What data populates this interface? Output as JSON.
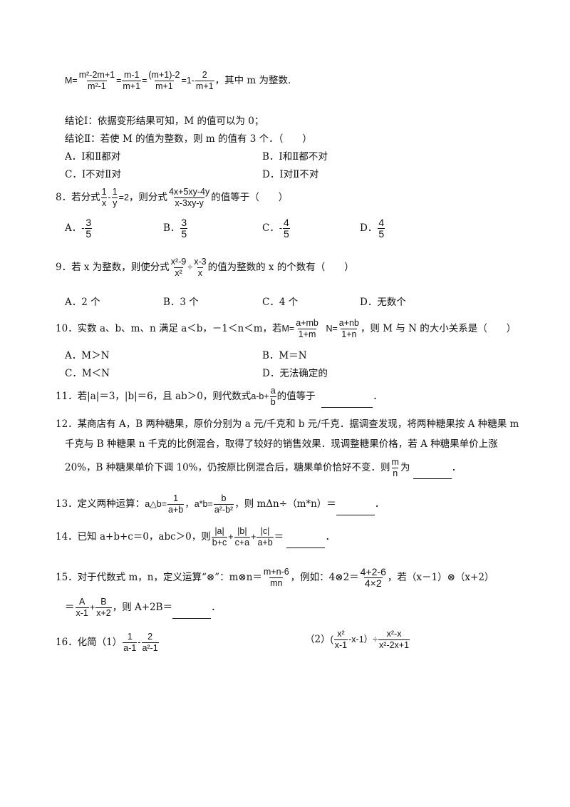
{
  "q7": {
    "frac1": {
      "num": "m²-2m+1",
      "den": "m²-1"
    },
    "frac2": {
      "num": "m-1",
      "den": "m+1"
    },
    "frac3": {
      "num": "(m+1)-2",
      "den": "m+1"
    },
    "frac4": {
      "num": "2",
      "den": "m+1"
    },
    "lead": "M=",
    "mid_eq": "=1-",
    "tail": "，其中 m 为整数.",
    "conclusion1": "结论Ⅰ：依据变形结果可知，M 的值可以为 0；",
    "conclusion2": "结论Ⅱ：若使 M 的值为整数，则 m 的值有 3 个．（　　）",
    "options": [
      "A．Ⅰ和Ⅱ都对",
      "B．Ⅰ和Ⅱ都不对",
      "C．Ⅰ不对Ⅱ对",
      "D．Ⅰ对Ⅱ不对"
    ]
  },
  "q8": {
    "prefix": "8．若分式",
    "cond": {
      "f1": {
        "num": "1",
        "den": "x"
      },
      "f2": {
        "num": "1",
        "den": "y"
      },
      "eq": "=2"
    },
    "mid": "，则分式",
    "expr": {
      "num": "4x+5xy-4y",
      "den": "x-3xy-y"
    },
    "suffix": "的值等于（　　）",
    "options": [
      {
        "label": "A．",
        "sign": "-",
        "num": "3",
        "den": "5"
      },
      {
        "label": "B．",
        "sign": "",
        "num": "3",
        "den": "5"
      },
      {
        "label": "C．",
        "sign": "-",
        "num": "4",
        "den": "5"
      },
      {
        "label": "D．",
        "sign": "",
        "num": "4",
        "den": "5"
      }
    ]
  },
  "q9": {
    "prefix": "9．若 x 为整数，则使分式",
    "f1": {
      "num": "x²-9",
      "den": "x²"
    },
    "op": "÷",
    "f2": {
      "num": "x-3",
      "den": "x"
    },
    "suffix": "的值为整数的 x 的个数有（　　）",
    "options": [
      "A．2 个",
      "B．3 个",
      "C．4 个",
      "D．无数个"
    ]
  },
  "q10": {
    "prefix": "10．实数 a、b、m、n 满足 a＜b，－1＜n＜m，若",
    "M": {
      "lead": "M=",
      "num": "a+mb",
      "den": "1+m"
    },
    "N": {
      "lead": "N=",
      "num": "a+nb",
      "den": "1+n"
    },
    "suffix": "，则 M 与 N 的大小关系是（　　）",
    "options": [
      "A．M＞N",
      "B．M＝N",
      "C．M＜N",
      "D．无法确定的"
    ]
  },
  "q11": {
    "prefix": "11．若|a|＝3，|b|＝6，且 ab＞0，则代数式",
    "expr_lead": "a-b+",
    "frac": {
      "num": "a",
      "den": "b"
    },
    "suffix": "的值等于",
    "end": "．"
  },
  "q12": {
    "line1": "12．某商店有 A，B 两种糖果，原价分别为 a 元/千克和 b 元/千克．据调查发现，将两种糖果按 A 种糖果 m",
    "line2": "千克与 B 种糖果 n 千克的比例混合，取得了较好的销售效果．现调整糖果价格，若 A 种糖果单价上涨",
    "line3": "20%，B 种糖果单价下调 10%，仍按原比例混合后，糖果单价恰好不变．则",
    "frac": {
      "num": "m",
      "den": "n"
    },
    "suffix": "为",
    "end": "．"
  },
  "q13": {
    "prefix": "13．定义两种运算：",
    "op1": {
      "lead": "a△b=",
      "num": "1",
      "den": "a+b"
    },
    "comma": "，",
    "op2": {
      "lead": "a*b=",
      "num": "b",
      "den": "a²-b²"
    },
    "suffix": "，则 mΔn÷（m*n）＝",
    "end": "．"
  },
  "q14": {
    "prefix": "14．已知 a+b+c＝0，abc＞0，则",
    "f1": {
      "num": "|a|",
      "den": "b+c"
    },
    "f2": {
      "num": "|b|",
      "den": "c+a"
    },
    "f3": {
      "num": "|c|",
      "den": "a+b"
    },
    "eq": "＝",
    "end": "．"
  },
  "q15": {
    "prefix": "15．对于代数式 m，n，定义运算“⊗”：m⊗n＝",
    "def": {
      "num": "m+n-6",
      "den": "mn"
    },
    "example": "，例如：4⊗2＝",
    "ex": {
      "num": "4+2-6",
      "den": "4×2"
    },
    "suffix": "，若（x－1）⊗（x+2）",
    "line2_lead": "＝",
    "fA": {
      "num": "A",
      "den": "x-1"
    },
    "fB": {
      "num": "B",
      "den": "x+2"
    },
    "line2_suffix": "，则 A+2B＝",
    "end": "．"
  },
  "q16": {
    "prefix": "16．化简（1）",
    "p1": {
      "f1": {
        "num": "1",
        "den": "a-1"
      },
      "f2": {
        "num": "2",
        "den": "a²-1"
      }
    },
    "label2": "（2）",
    "p2": {
      "f1": {
        "num": "x²",
        "den": "x-1"
      },
      "tail": "-x-1）÷",
      "f2": {
        "num": "x²-x",
        "den": "x²-2x+1"
      }
    }
  }
}
